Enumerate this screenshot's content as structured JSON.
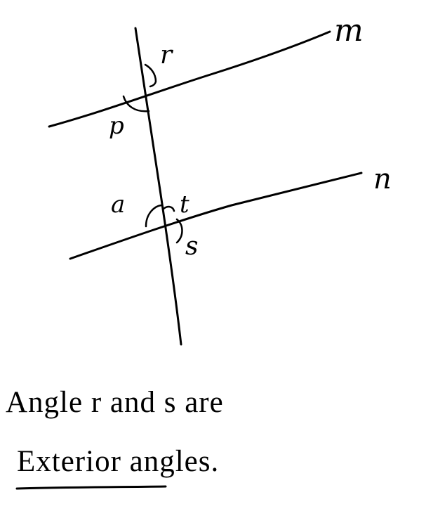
{
  "diagram": {
    "line_labels": {
      "m": "m",
      "n": "n"
    },
    "angle_labels": {
      "r": "r",
      "p": "p",
      "a": "a",
      "t": "t",
      "s": "s"
    }
  },
  "caption": {
    "line1": "Angle r and s are",
    "line2_underlined": "Exterior",
    "line2_rest": "angles."
  }
}
